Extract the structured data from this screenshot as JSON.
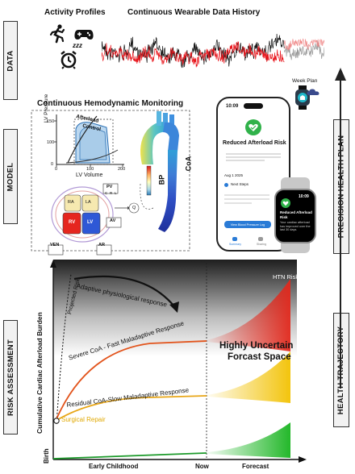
{
  "sections": {
    "data": "DATA",
    "model": "MODEL",
    "risk": "RISK ASSESSMENT",
    "plan": "PRECISION HEALTH PLAN",
    "trajectory": "HEALTH TRAJECTORY"
  },
  "data_panel": {
    "activity_title": "Activity Profiles",
    "wearable_title": "Continuous Wearable Data History",
    "sleep_glyph": "zzz"
  },
  "model_panel": {
    "title": "Continuous Hemodynamic Monitoring",
    "pv_loop": {
      "y_label": "LV Pressure",
      "x_label": "LV Volume",
      "x_ticks": [
        "0",
        "100",
        "200"
      ],
      "y_ticks": [
        "0",
        "100",
        "150"
      ],
      "inner_label_1": "Afterload",
      "inner_label_2": "Control"
    },
    "aorta": {
      "bp_label": "BP",
      "coa_label": "CoA"
    },
    "circuit": {
      "chambers": [
        "RA",
        "LA",
        "RV",
        "LV"
      ],
      "valves": [
        "PV",
        "AV",
        "VEN",
        "AR"
      ],
      "flow_label": "Q",
      "component_labels": [
        "C",
        "R",
        "L"
      ]
    }
  },
  "phone": {
    "time": "10:09",
    "title": "Reduced Afterload Risk",
    "date": "Aug 1 2025",
    "next_steps": "Next Steps",
    "button": "View Blood Pressure Log",
    "tab_1": "Summary",
    "tab_2": "Sharing"
  },
  "watch": {
    "time": "10:09",
    "title": "Reduced Afterload Risk",
    "body": "Your cardiac afterload has improved over the last 30 days."
  },
  "week_plan": "Week Plan",
  "risk_chart": {
    "ylabel": "Cumulative Cardiac Afterload Burden",
    "htn_label": "HTN Risk",
    "adaptive_label": "Adaptive physiological response",
    "projected_label": "Projected Risk",
    "severe_label": "Severe CoA - Fast Maladaptive Response",
    "residual_label": "Residual CoA-Slow Maladaptive Response",
    "surgical_label": "Surgical Repair",
    "uncertain_line1": "Highly Uncertain",
    "uncertain_line2": "Forcast Space",
    "x_birth": "Birth",
    "x_childhood": "Early Childhood",
    "x_now": "Now",
    "x_forecast": "Forecast"
  },
  "colors": {
    "severe": "#e2541c",
    "residual": "#e8a617",
    "healthy": "#1c9a2a",
    "surgical": "#e0a800",
    "wearable_red": "#e8141b",
    "wearable_black": "#111111",
    "watch_green": "#30b24a"
  }
}
